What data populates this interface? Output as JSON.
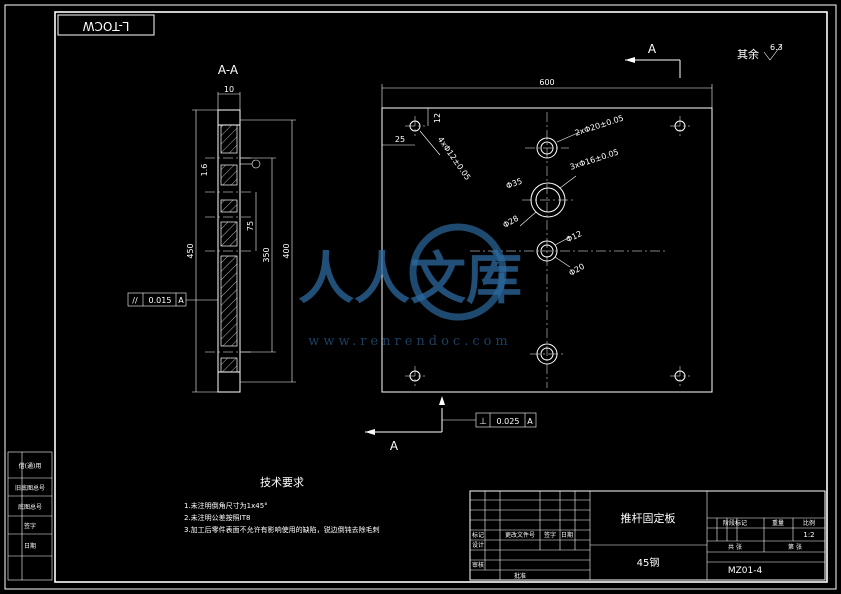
{
  "drawing": {
    "code_box": "L-TOCW",
    "section_label": "A-A",
    "arrow_label_top": "A",
    "arrow_label_bottom": "A",
    "roughness_prefix": "其余",
    "roughness_value": "6.3",
    "parallel_tol": {
      "symbol": "//",
      "value": "0.015",
      "datum": "A"
    },
    "perp_tol": {
      "symbol": "⊥",
      "value": "0.025",
      "datum": "A"
    },
    "dims": {
      "width_600": "600",
      "side_10": "10",
      "side_1_6": "1.6",
      "side_450": "450",
      "side_400": "400",
      "side_350": "350",
      "side_75": "75",
      "plate_12": "12",
      "plate_25": "25",
      "hole_4xM12": "4xΦ12±0.05",
      "hole_2xM20": "2xΦ20±0.05",
      "hole_3xM16": "3xΦ16±0.05",
      "hole_d35": "Φ35",
      "hole_d28": "Φ28",
      "hole_d12": "Φ12",
      "hole_d20": "Φ20"
    },
    "watermark": {
      "main": "人人文库",
      "sub": "www.renrendoc.com"
    }
  },
  "tech_req": {
    "title": "技术要求",
    "items": [
      "1.未注明倒角尺寸为1x45°",
      "2.未注明公差按照IT8",
      "3.加工后零件表面不允许有影响使用的缺陷，锐边倒钝去除毛刺"
    ]
  },
  "left_strip": [
    "借(通)用",
    "旧底图总号",
    "底图总号",
    "签字",
    "日期"
  ],
  "title_block": {
    "part_name": "推杆固定板",
    "material": "45钢",
    "drawing_no": "MZ01-4",
    "scale": "1:2",
    "stage_label": "阶段标记",
    "weight_label": "重量",
    "scale_label": "比例",
    "sheet_total": "共  张",
    "sheet_no": "第  张",
    "row_labels": [
      "标记",
      "设计",
      "审核"
    ],
    "col_labels": [
      "更改文件号",
      "签字",
      "日期"
    ],
    "approve": "批准"
  }
}
